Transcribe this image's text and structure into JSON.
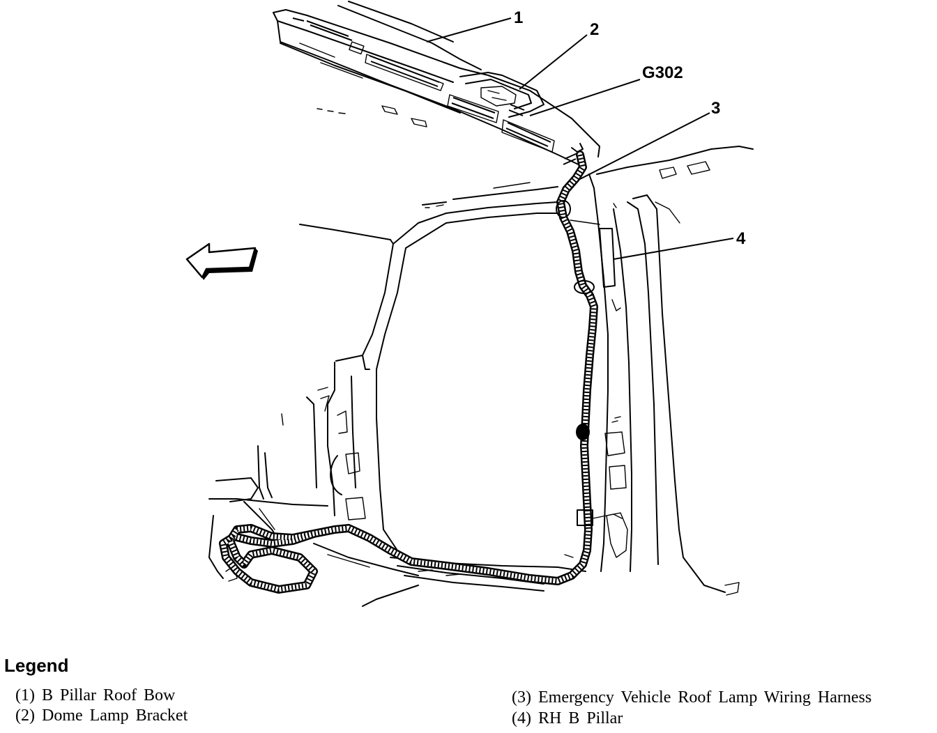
{
  "callouts": [
    {
      "id": "1",
      "label": "1"
    },
    {
      "id": "2",
      "label": "2"
    },
    {
      "id": "g302",
      "label": "G302"
    },
    {
      "id": "3",
      "label": "3"
    },
    {
      "id": "4",
      "label": "4"
    }
  ],
  "legend": {
    "title": "Legend",
    "items": [
      "(1) B Pillar Roof Bow",
      "(2) Dome Lamp Bracket",
      "(3) Emergency Vehicle Roof Lamp Wiring Harness",
      "(4) RH B Pillar"
    ]
  }
}
